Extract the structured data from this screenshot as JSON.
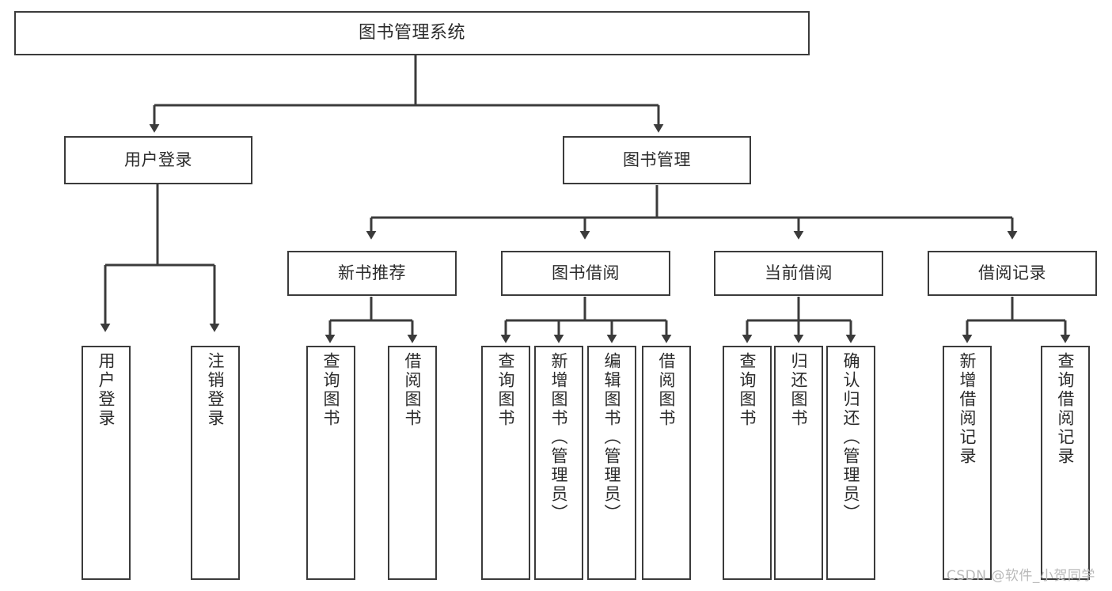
{
  "diagram": {
    "title": "图书管理系统",
    "type": "hierarchy-tree",
    "root": {
      "label": "图书管理系统"
    },
    "level2": [
      {
        "label": "用户登录"
      },
      {
        "label": "图书管理"
      }
    ],
    "level3": [
      {
        "label": "新书推荐"
      },
      {
        "label": "图书借阅"
      },
      {
        "label": "当前借阅"
      },
      {
        "label": "借阅记录"
      }
    ],
    "leaves": {
      "user_login": [
        {
          "label": "用户登录"
        },
        {
          "label": "注销登录"
        }
      ],
      "new_book_recommend": [
        {
          "label": "查询图书"
        },
        {
          "label": "借阅图书"
        }
      ],
      "book_borrow": [
        {
          "label": "查询图书"
        },
        {
          "label": "新增图书（管理员）"
        },
        {
          "label": "编辑图书（管理员）"
        },
        {
          "label": "借阅图书"
        }
      ],
      "current_borrow": [
        {
          "label": "查询图书"
        },
        {
          "label": "归还图书"
        },
        {
          "label": "确认归还（管理员）"
        }
      ],
      "borrow_record": [
        {
          "label": "新增借阅记录"
        },
        {
          "label": "查询借阅记录"
        }
      ]
    }
  },
  "watermark": {
    "text": "CSDN @软件_小贺同学"
  },
  "colors": {
    "stroke": "#3b3b3b",
    "background": "#ffffff",
    "text": "#2b2b2b",
    "watermark": "#b9b9b9"
  }
}
